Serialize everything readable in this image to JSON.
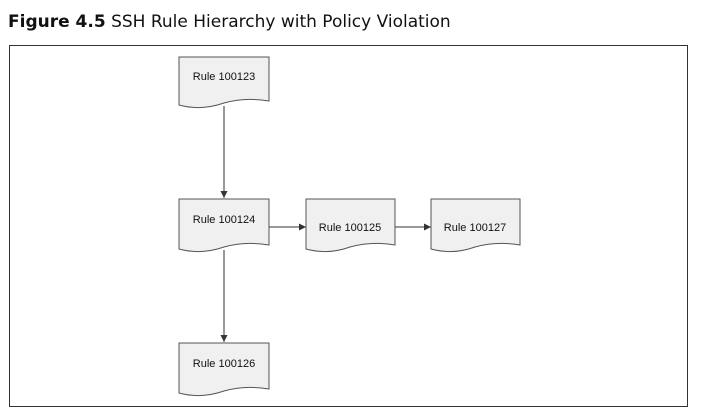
{
  "figure": {
    "number_label": "Figure 4.5",
    "title": "SSH Rule Hierarchy with Policy Violation"
  },
  "diagram": {
    "colors": {
      "node_fill": "#f0f0f0",
      "node_stroke": "#555555",
      "edge": "#333333",
      "frame_border": "#333333"
    },
    "nodes": [
      {
        "id": "n100123",
        "label": "Rule 100123"
      },
      {
        "id": "n100124",
        "label": "Rule 100124"
      },
      {
        "id": "n100125",
        "label": "Rule 100125"
      },
      {
        "id": "n100127",
        "label": "Rule 100127"
      },
      {
        "id": "n100126",
        "label": "Rule 100126"
      }
    ],
    "edges": [
      {
        "from": "n100123",
        "to": "n100124"
      },
      {
        "from": "n100124",
        "to": "n100125"
      },
      {
        "from": "n100125",
        "to": "n100127"
      },
      {
        "from": "n100124",
        "to": "n100126"
      }
    ]
  }
}
